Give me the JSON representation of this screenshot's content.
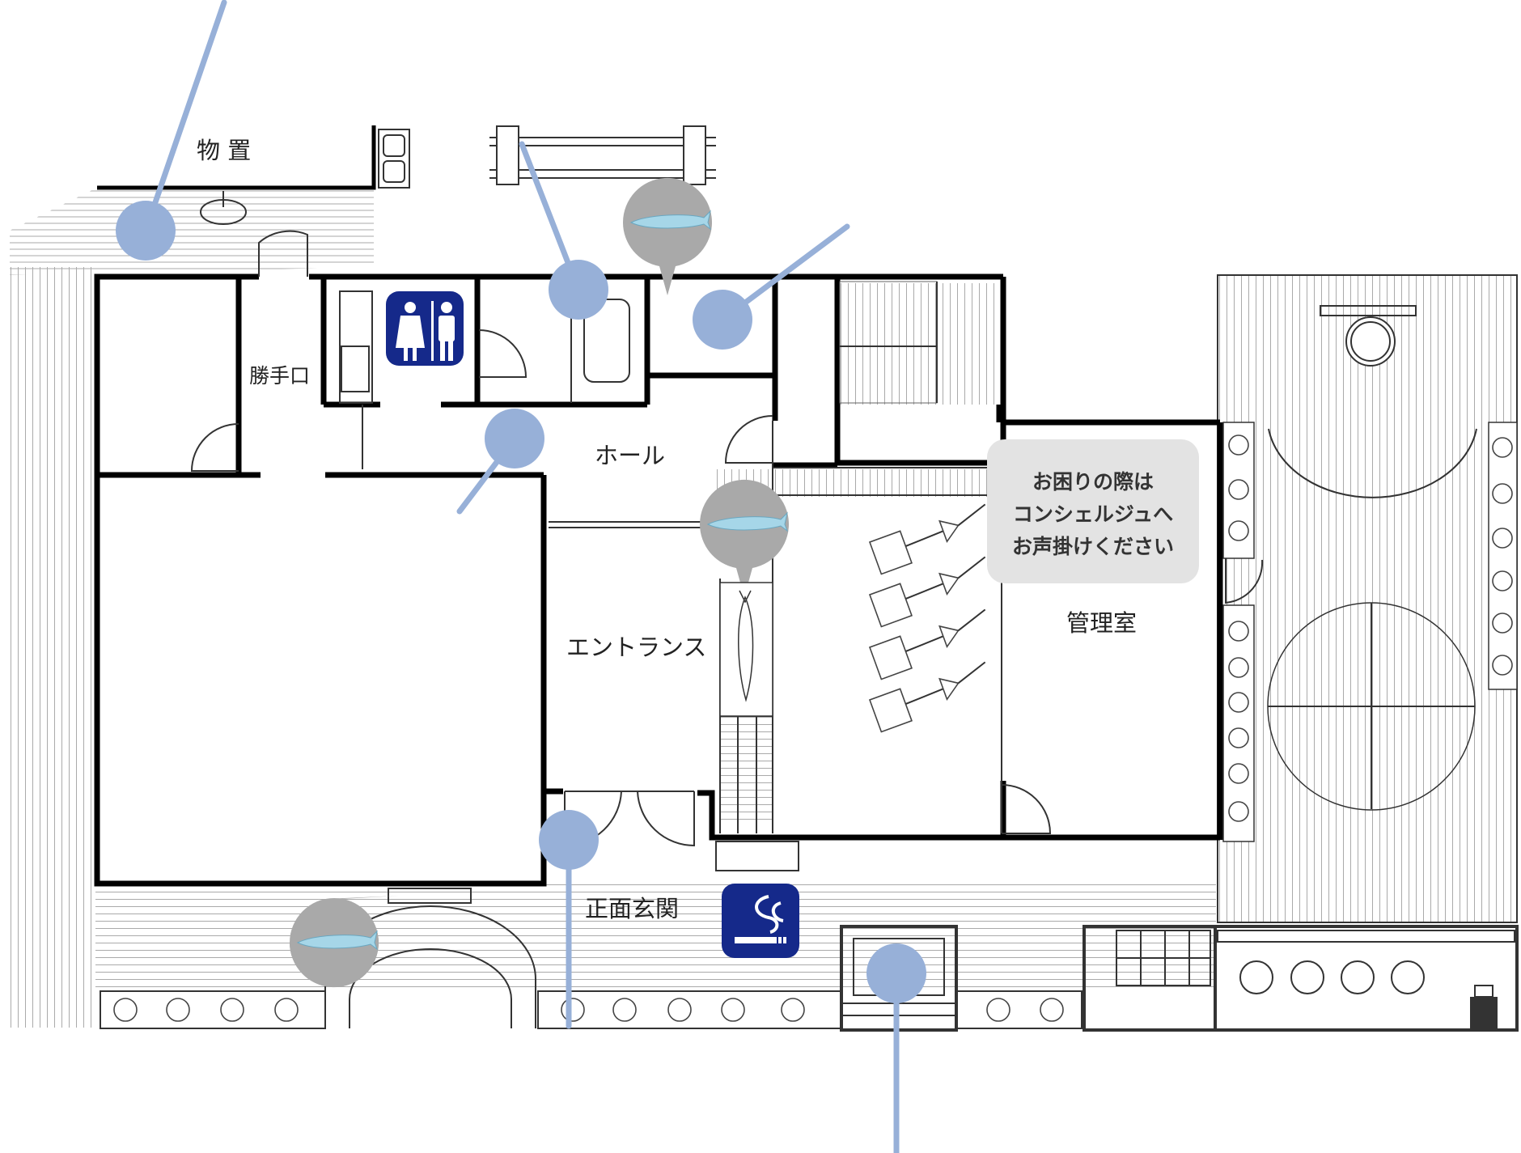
{
  "labels": {
    "storage": "物 置",
    "back_door": "勝手口",
    "hall": "ホール",
    "entrance": "エントランス",
    "front_entrance": "正面玄関",
    "management_office": "管理室"
  },
  "concierge_bubble": {
    "lines": [
      "お困りの際は",
      "コンシェルジュへ",
      "お声掛けください"
    ]
  },
  "icons": {
    "restroom": "restroom-icon",
    "smoking": "smoking-area-icon",
    "fish_pin": "fish-location-pin-icon"
  },
  "colors": {
    "marker_blue": "#97b0d8",
    "icon_navy": "#15298a",
    "pin_gray": "#a9a9a9",
    "bubble_bg": "#e3e3e3"
  }
}
